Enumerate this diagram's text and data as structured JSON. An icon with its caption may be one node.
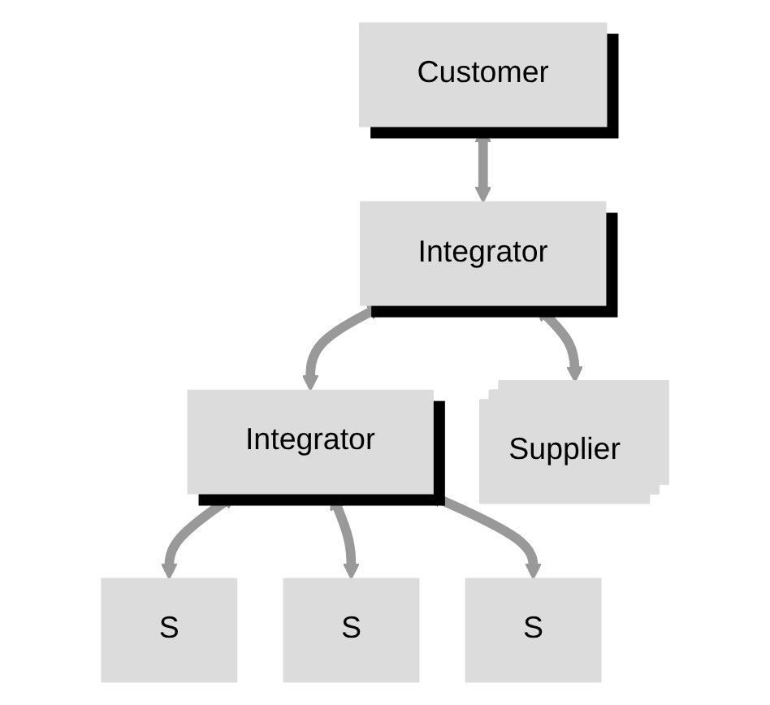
{
  "diagram": {
    "nodes": [
      {
        "text": [
          "Customer"
        ]
      },
      {
        "text": [
          "Integrator"
        ]
      },
      {
        "text": [
          "Integrator"
        ]
      },
      {
        "text": [
          "Supplier"
        ]
      },
      {
        "text": [
          "S"
        ]
      },
      {
        "text": [
          "S"
        ]
      },
      {
        "text": [
          "S"
        ]
      }
    ],
    "edges": [
      {
        "from": 0,
        "to": 1,
        "arrow": "both"
      },
      {
        "from": 1,
        "to": 2,
        "arrow": "both"
      },
      {
        "from": 1,
        "to": 3,
        "arrow": "both"
      },
      {
        "from": 2,
        "to": 4,
        "arrow": "both"
      },
      {
        "from": 2,
        "to": 5,
        "arrow": "both"
      },
      {
        "from": 2,
        "to": 6,
        "arrow": "both"
      }
    ]
  }
}
